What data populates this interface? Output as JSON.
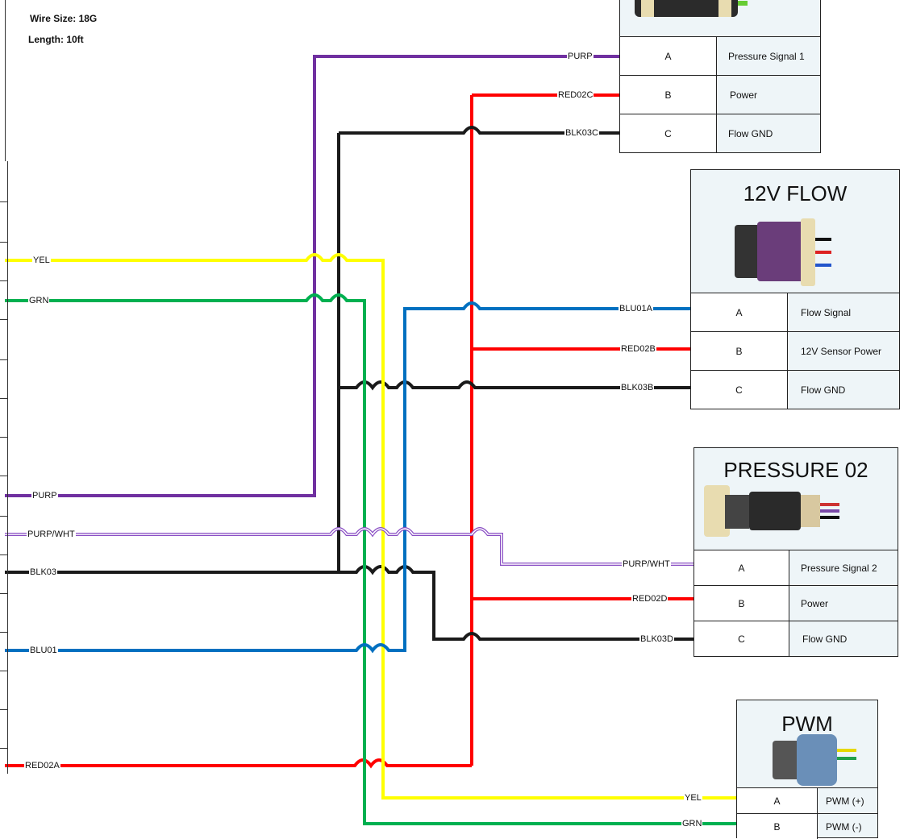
{
  "header": {
    "wire_size": "Wire Size: 18G",
    "length": "Length: 10ft"
  },
  "colors": {
    "purple": "#7030a0",
    "red": "#ff0000",
    "black": "#1a1a1a",
    "yellow": "#ffff00",
    "green": "#00b050",
    "blue": "#0070c0",
    "purple_white": "#8a4fc4",
    "box_bg": "#eef5f8"
  },
  "connectors": {
    "pressure01": {
      "title": "",
      "pins": [
        {
          "pin": "A",
          "function": "Pressure Signal 1",
          "wire": "PURP"
        },
        {
          "pin": "B",
          "function": "Power",
          "wire": "RED02C"
        },
        {
          "pin": "C",
          "function": "Flow GND",
          "wire": "BLK03C"
        }
      ]
    },
    "flow12v": {
      "title": "12V FLOW",
      "pins": [
        {
          "pin": "A",
          "function": "Flow Signal",
          "wire": "BLU01A"
        },
        {
          "pin": "B",
          "function": "12V Sensor Power",
          "wire": "RED02B"
        },
        {
          "pin": "C",
          "function": "Flow GND",
          "wire": "BLK03B"
        }
      ]
    },
    "pressure02": {
      "title": "PRESSURE 02",
      "pins": [
        {
          "pin": "A",
          "function": "Pressure Signal 2",
          "wire": "PURP/WHT"
        },
        {
          "pin": "B",
          "function": "Power",
          "wire": "RED02D"
        },
        {
          "pin": "C",
          "function": "Flow GND",
          "wire": "BLK03D"
        }
      ]
    },
    "pwm": {
      "title": "PWM",
      "pins": [
        {
          "pin": "A",
          "function": "PWM (+)",
          "wire": "YEL"
        },
        {
          "pin": "B",
          "function": "PWM (-)",
          "wire": "GRN"
        }
      ]
    }
  },
  "left_labels": {
    "yel": "YEL",
    "grn": "GRN",
    "purp": "PURP",
    "purp_wht": "PURP/WHT",
    "blk03": "BLK03",
    "blu01": "BLU01",
    "red02a": "RED02A"
  }
}
